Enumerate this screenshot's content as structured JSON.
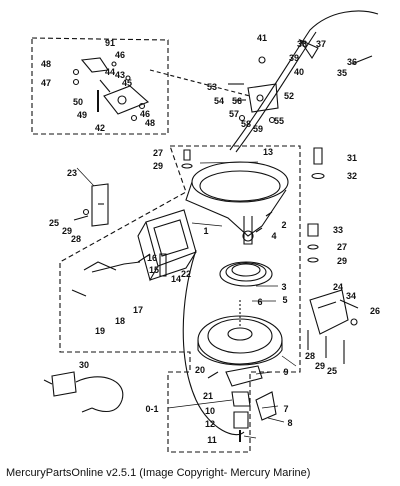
{
  "caption": "MercuryPartsOnline v2.5.1 (Image Copyright- Mercury Marine)",
  "callouts": [
    "91",
    "46",
    "48",
    "47",
    "44",
    "43",
    "45",
    "50",
    "49",
    "42",
    "46",
    "48",
    "41",
    "38",
    "37",
    "39",
    "40",
    "36",
    "35",
    "53",
    "54",
    "56",
    "57",
    "58",
    "59",
    "52",
    "55",
    "27",
    "29",
    "13",
    "31",
    "32",
    "23",
    "2",
    "4",
    "25",
    "29",
    "28",
    "33",
    "27",
    "29",
    "1",
    "3",
    "22",
    "16",
    "15",
    "14",
    "6",
    "5",
    "24",
    "34",
    "26",
    "17",
    "18",
    "19",
    "28",
    "29",
    "25",
    "20",
    "21",
    "30",
    "9",
    "7",
    "0-1",
    "10",
    "12",
    "8",
    "11"
  ]
}
